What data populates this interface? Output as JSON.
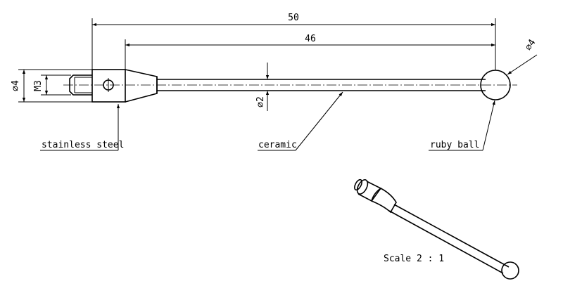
{
  "dimensions": {
    "total_length": "50",
    "shaft_length": "46",
    "ball_diameter": "⌀4",
    "stylus_diameter": "⌀2",
    "body_diameter": "⌀4",
    "thread": "M3"
  },
  "labels": {
    "shank_material": "stainless steel",
    "stem_material": "ceramic",
    "tip_material": "ruby ball"
  },
  "scale": "Scale 2 : 1"
}
